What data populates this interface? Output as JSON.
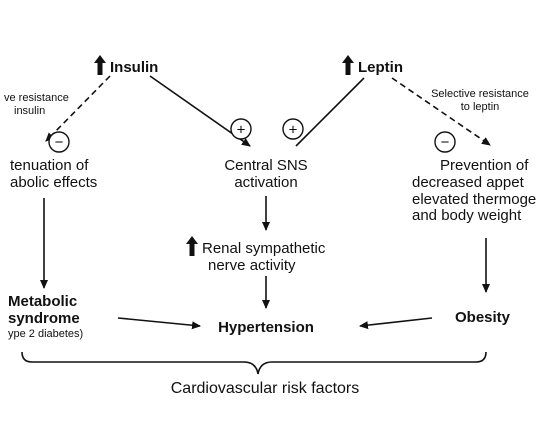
{
  "nodes": {
    "insulin": {
      "label": "Insulin"
    },
    "leptin": {
      "label": "Leptin"
    },
    "note_left": {
      "line1": "ve resistance",
      "line2": "insulin"
    },
    "note_right": {
      "line1": "Selective resistance",
      "line2": "to leptin"
    },
    "attenuation": {
      "line1": "tenuation of",
      "line2": "abolic effects"
    },
    "central_sns": {
      "line1": "Central SNS",
      "line2": "activation"
    },
    "prevention": {
      "line1": "Prevention of",
      "line2": "decreased appet",
      "line3": "elevated thermoge",
      "line4": "and body weight"
    },
    "renal": {
      "line1": "Renal sympathetic",
      "line2": "nerve activity"
    },
    "metabolic": {
      "line1": "Metabolic",
      "line2": "syndrome",
      "line3": "ype 2 diabetes)"
    },
    "hypertension": {
      "label": "Hypertension"
    },
    "obesity": {
      "label": "Obesity"
    },
    "risk_factors": {
      "label": "Cardiovascular risk factors"
    }
  },
  "signs": {
    "minus": "−",
    "plus": "+"
  },
  "icons": {
    "increase": "up-arrow-icon"
  },
  "colors": {
    "ink": "#111111",
    "background": "#ffffff"
  }
}
